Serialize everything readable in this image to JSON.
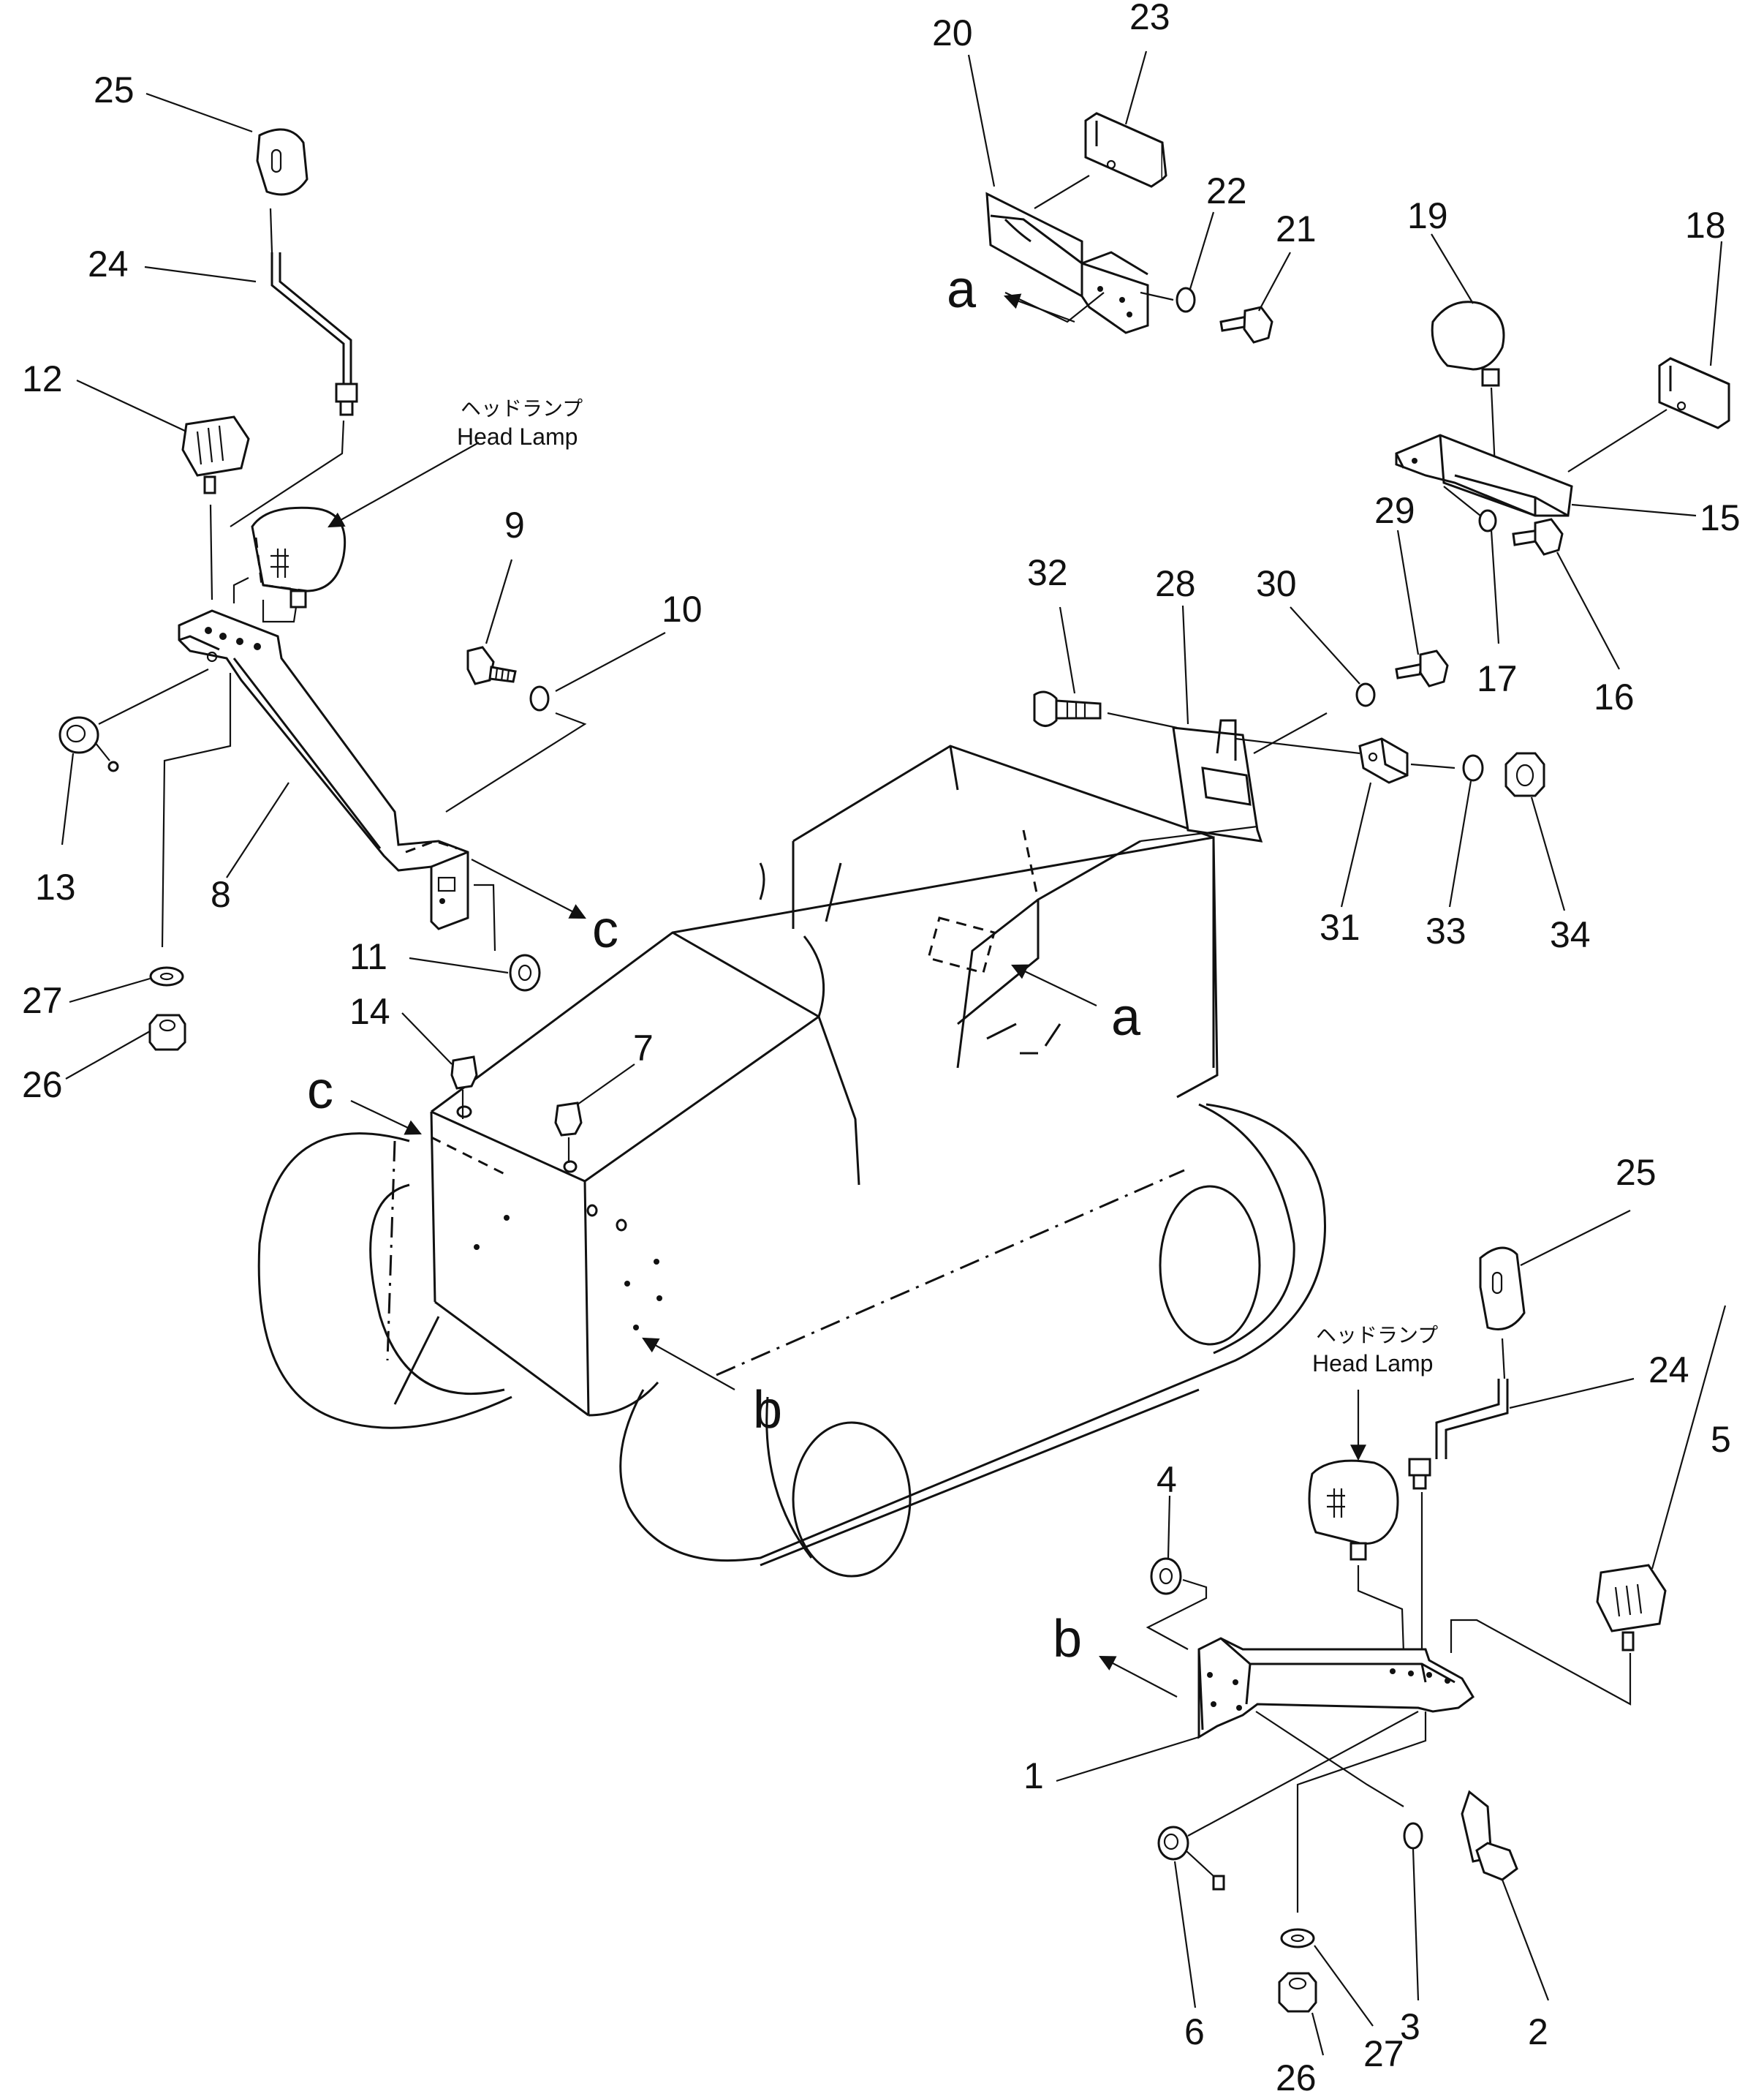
{
  "colors": {
    "ink": "#111111",
    "paper": "#ffffff"
  },
  "head_lamp_labels": [
    {
      "jp": "ヘッドランプ",
      "en": "Head  Lamp"
    },
    {
      "jp": "ヘッドランプ",
      "en": "Head  Lamp"
    }
  ],
  "view_letters": {
    "a_top": "a",
    "a_body": "a",
    "b_body": "b",
    "b_bracket": "b",
    "c_bracket": "c",
    "c_body": "c"
  },
  "callouts": [
    "25",
    "24",
    "12",
    "13",
    "8",
    "27",
    "26",
    "9",
    "10",
    "11",
    "14",
    "7",
    "20",
    "23",
    "22",
    "21",
    "19",
    "18",
    "15",
    "29",
    "17",
    "16",
    "32",
    "28",
    "30",
    "31",
    "33",
    "34",
    "25",
    "24",
    "5",
    "4",
    "1",
    "6",
    "3",
    "2",
    "27",
    "26"
  ]
}
